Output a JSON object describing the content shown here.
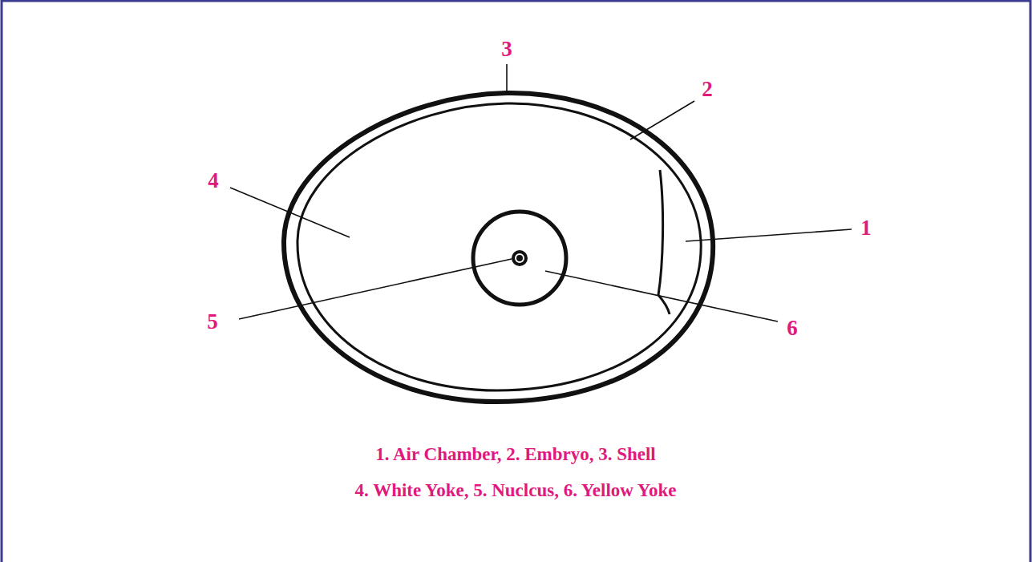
{
  "diagram": {
    "labels": [
      "3",
      "2",
      "4",
      "1",
      "5",
      "6",
      "1. Air Chamber, 2. Embryo, 3. Shell",
      "4. White Yoke, 5. Nuclcus, 6. Yellow Yoke"
    ]
  }
}
